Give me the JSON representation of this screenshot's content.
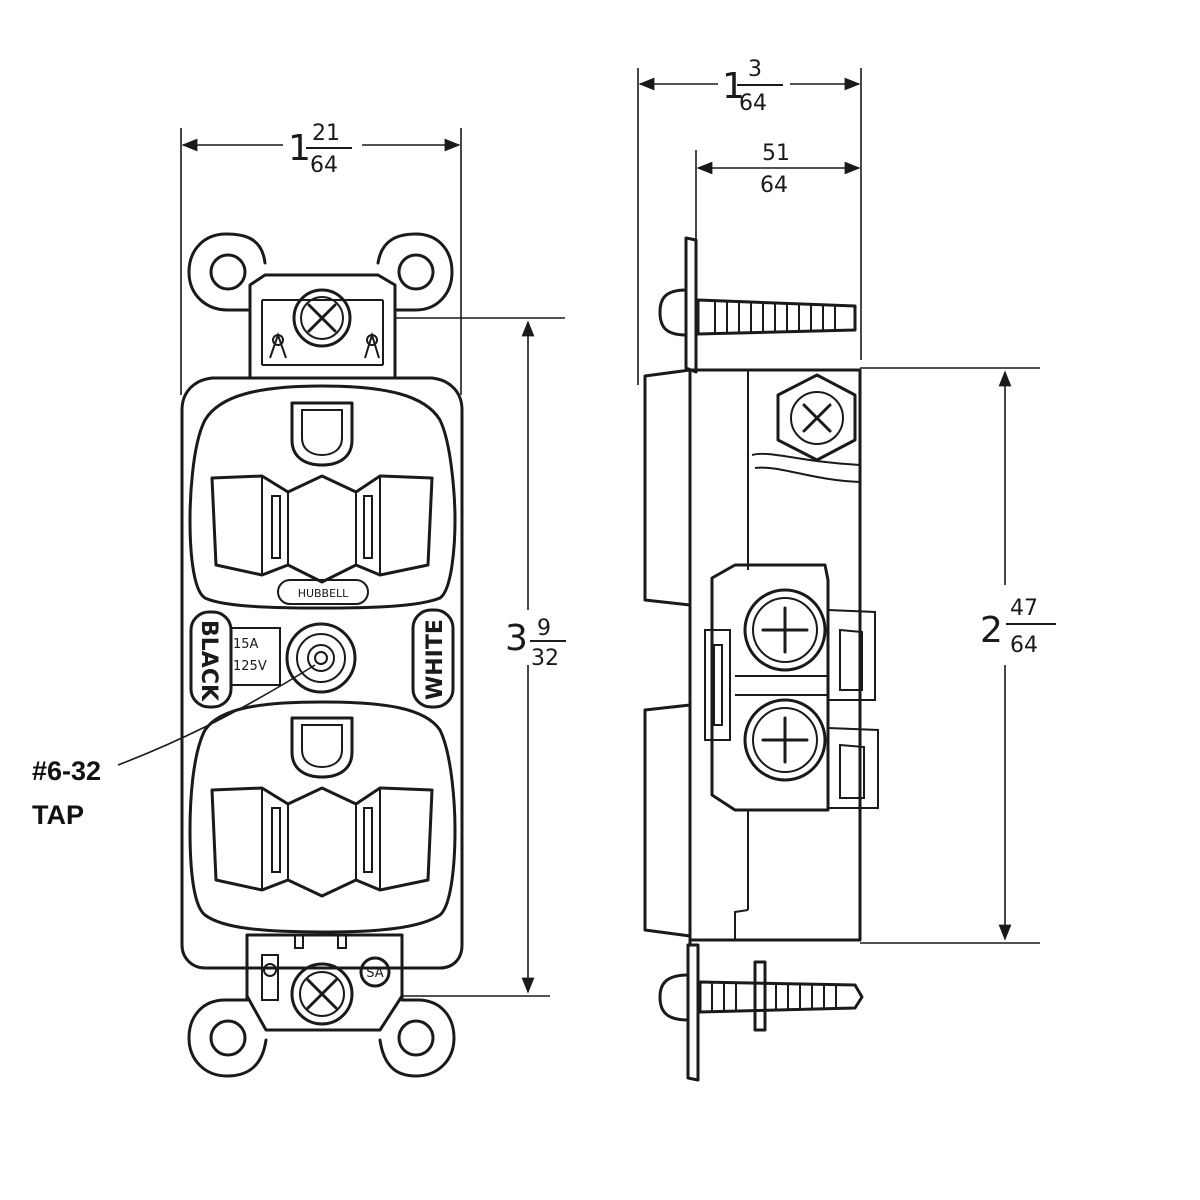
{
  "front_view": {
    "width_whole": "1",
    "width_num": "21",
    "width_den": "64",
    "height_whole": "3",
    "height_num": "9",
    "height_den": "32",
    "brand": "HUBBELL",
    "left_label": "BLACK",
    "right_label": "WHITE",
    "rating_amps": "15A",
    "rating_volts": "125V",
    "cert_mark": "SA",
    "tap_label_line1": "#6-32",
    "tap_label_line2": "TAP"
  },
  "side_view": {
    "depth_whole": "1",
    "depth_num": "3",
    "depth_den": "64",
    "body_num": "51",
    "body_den": "64",
    "height_whole": "2",
    "height_num": "47",
    "height_den": "64"
  }
}
